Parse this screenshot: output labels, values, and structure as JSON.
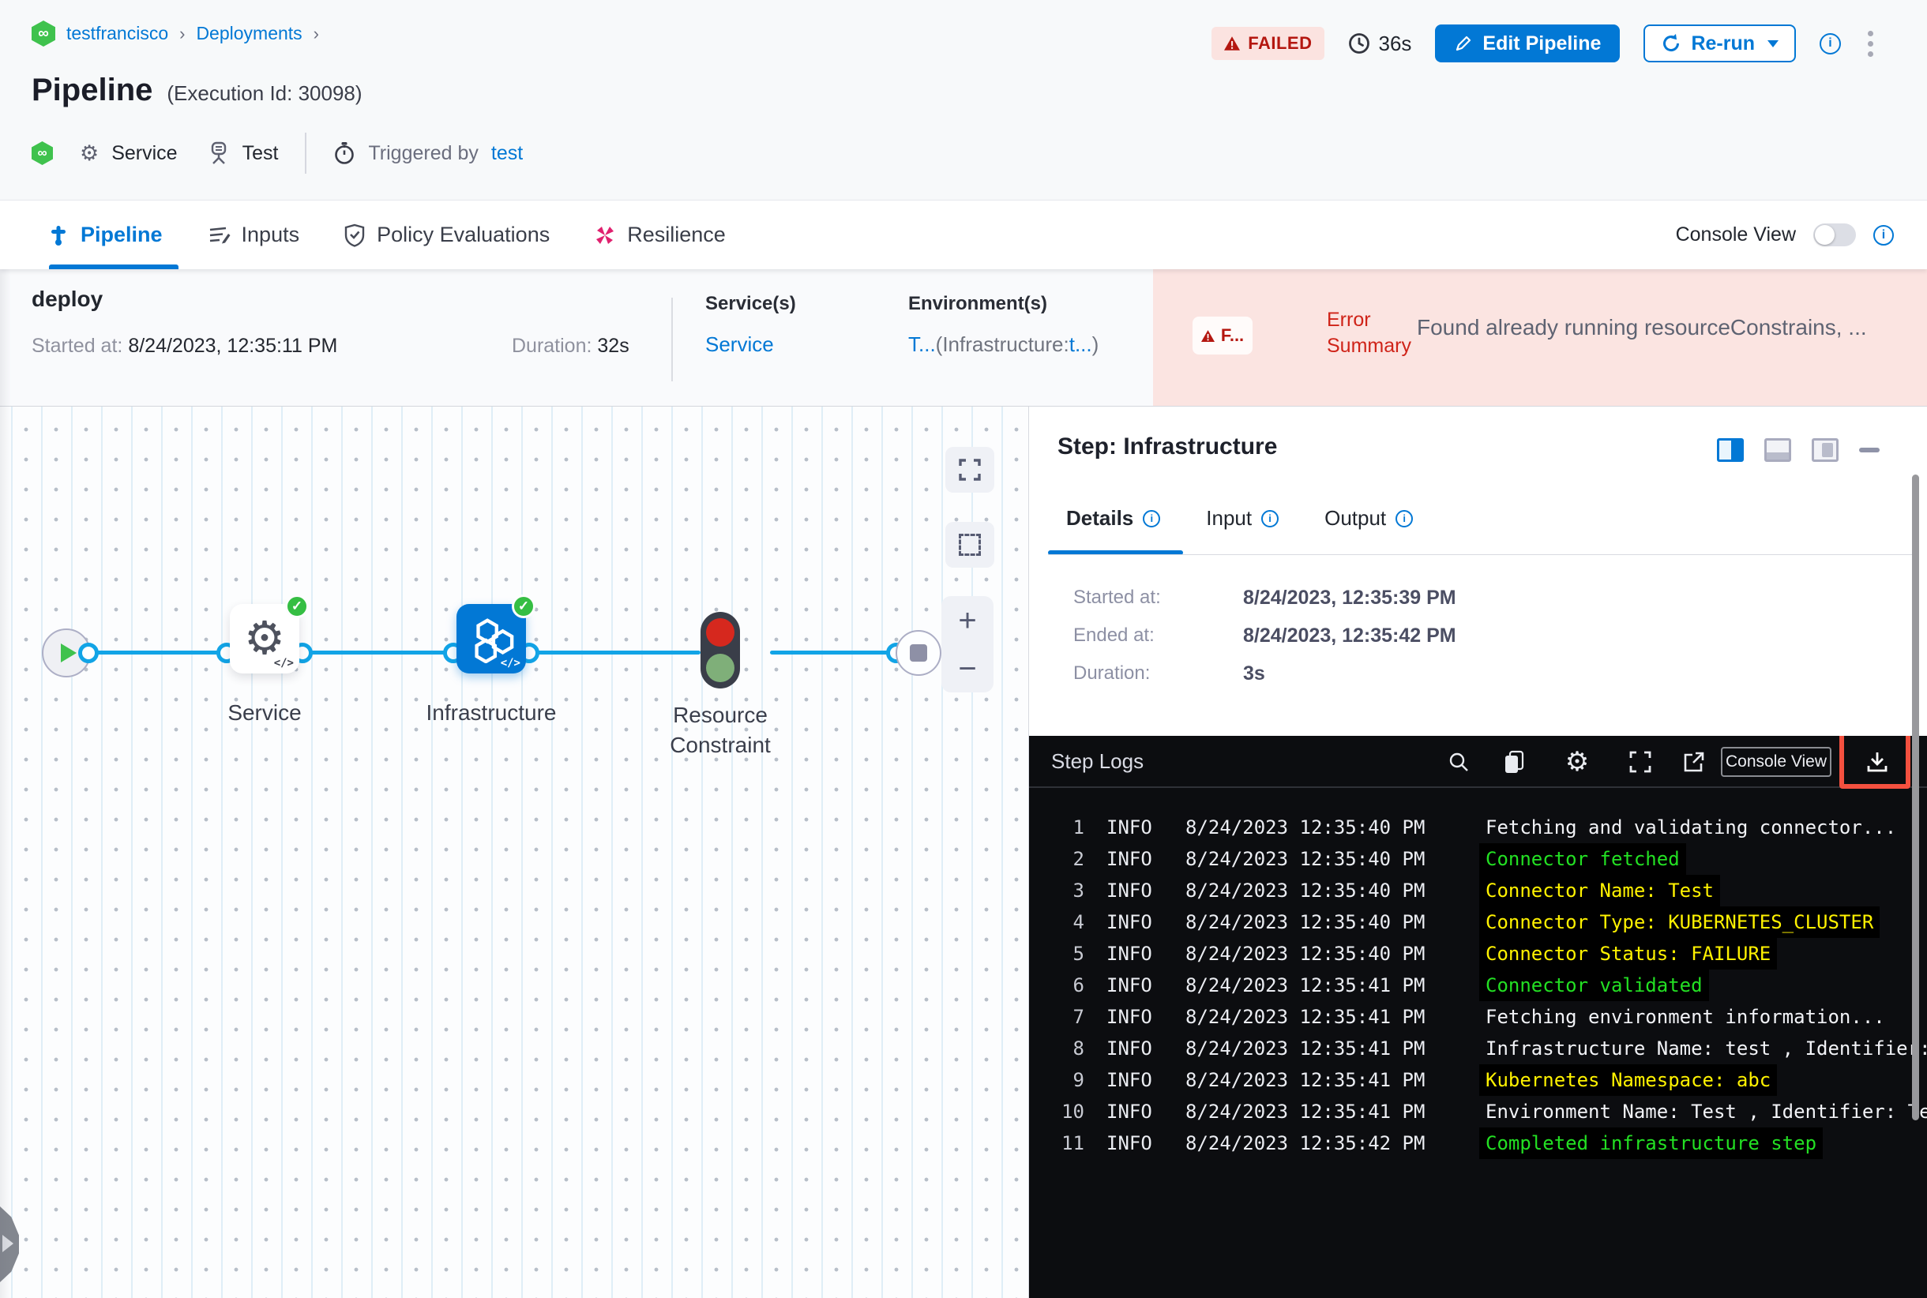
{
  "app": {
    "accent_blue": "#0278D5",
    "failed_red": "#B41710",
    "error_strip_bg": "#FBE4E1",
    "node_blue": "#0278D5",
    "success_green": "#35BE43",
    "log_green": "#23E023",
    "log_yellow": "#FFF200",
    "annotation_red": "#F4503F"
  },
  "breadcrumb": {
    "project": "testfrancisco",
    "section": "Deployments",
    "sep": "›"
  },
  "header": {
    "title": "Pipeline",
    "execution_id": "(Execution Id: 30098)",
    "status": "FAILED",
    "elapsed": "36s",
    "edit_pipeline": "Edit Pipeline",
    "rerun": "Re-run",
    "service_label": "Service",
    "test_label": "Test",
    "triggered_by": "Triggered by",
    "trigger_user": "test"
  },
  "tabbar": {
    "tabs": [
      {
        "label": "Pipeline"
      },
      {
        "label": "Inputs"
      },
      {
        "label": "Policy Evaluations"
      },
      {
        "label": "Resilience"
      }
    ],
    "console_view_label": "Console View"
  },
  "summary": {
    "stage_name": "deploy",
    "started_label": "Started at:",
    "started_value": "8/24/2023, 12:35:11 PM",
    "duration_label": "Duration:",
    "duration_value": "32s",
    "services_label": "Service(s)",
    "services_value": "Service",
    "environments_label": "Environment(s)",
    "env_link_1": "T...",
    "env_mid": "(Infrastructure:",
    "env_link_2": "t...",
    "env_end": ")",
    "error_badge": "F...",
    "error_label": "Error Summary",
    "error_message": "Found already running resourceConstrains, ..."
  },
  "canvas": {
    "nodes": [
      {
        "label": "Service"
      },
      {
        "label": "Infrastructure"
      },
      {
        "label": "Resource Constraint"
      }
    ],
    "code_glyph": "</>"
  },
  "panel": {
    "title": "Step: Infrastructure",
    "tabs": [
      {
        "label": "Details"
      },
      {
        "label": "Input"
      },
      {
        "label": "Output"
      }
    ],
    "fields": [
      {
        "label": "Started at:",
        "value": "8/24/2023, 12:35:39 PM"
      },
      {
        "label": "Ended at:",
        "value": "8/24/2023, 12:35:42 PM"
      },
      {
        "label": "Duration:",
        "value": "3s"
      }
    ],
    "logs": {
      "title": "Step Logs",
      "console_view_button": "Console View",
      "rows": [
        {
          "n": "1",
          "level": "INFO",
          "ts": "8/24/2023 12:35:40 PM",
          "msg": "Fetching and validating connector...",
          "color": "plain"
        },
        {
          "n": "2",
          "level": "INFO",
          "ts": "8/24/2023 12:35:40 PM",
          "msg": "Connector fetched",
          "color": "green"
        },
        {
          "n": "3",
          "level": "INFO",
          "ts": "8/24/2023 12:35:40 PM",
          "msg": "Connector Name: Test",
          "color": "yellow"
        },
        {
          "n": "4",
          "level": "INFO",
          "ts": "8/24/2023 12:35:40 PM",
          "msg": "Connector Type: KUBERNETES_CLUSTER",
          "color": "yellow"
        },
        {
          "n": "5",
          "level": "INFO",
          "ts": "8/24/2023 12:35:40 PM",
          "msg": "Connector Status: FAILURE",
          "color": "yellow"
        },
        {
          "n": "6",
          "level": "INFO",
          "ts": "8/24/2023 12:35:41 PM",
          "msg": "Connector validated",
          "color": "green"
        },
        {
          "n": "7",
          "level": "INFO",
          "ts": "8/24/2023 12:35:41 PM",
          "msg": "Fetching environment information...",
          "color": "plain"
        },
        {
          "n": "8",
          "level": "INFO",
          "ts": "8/24/2023 12:35:41 PM",
          "msg": "Infrastructure Name: test , Identifier:",
          "color": "plain"
        },
        {
          "n": "9",
          "level": "INFO",
          "ts": "8/24/2023 12:35:41 PM",
          "msg": "Kubernetes Namespace: abc",
          "color": "yellow"
        },
        {
          "n": "10",
          "level": "INFO",
          "ts": "8/24/2023 12:35:41 PM",
          "msg": "Environment Name: Test , Identifier: Te",
          "color": "plain"
        },
        {
          "n": "11",
          "level": "INFO",
          "ts": "8/24/2023 12:35:42 PM",
          "msg": "Completed infrastructure step",
          "color": "green"
        }
      ]
    }
  }
}
